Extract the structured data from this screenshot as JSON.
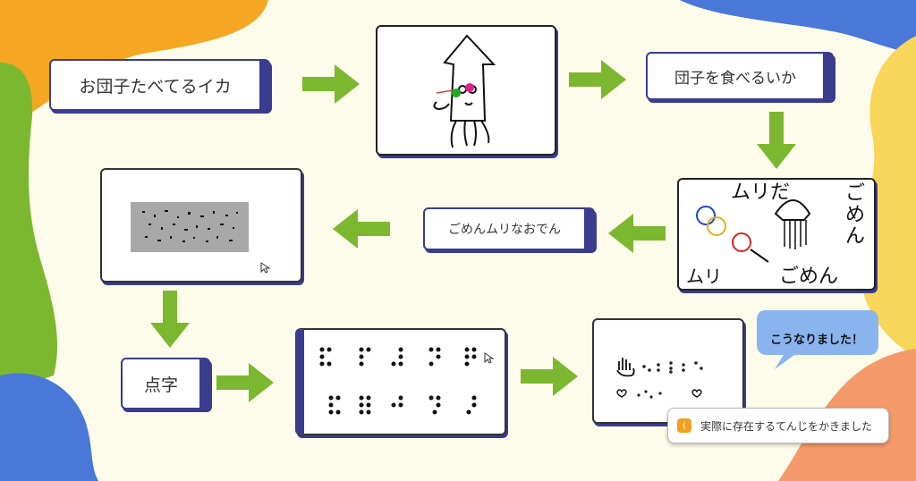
{
  "colors": {
    "background": "#fdfbea",
    "blob_orange": "#f5a623",
    "blob_green": "#7cb82f",
    "blob_blue": "#4a78d8",
    "blob_yellow": "#f7d65a",
    "blob_salmon": "#f49a6a",
    "arrow_green": "#7cb82f",
    "box_border": "#3b3b8f",
    "speech_bubble": "#8ab4ee"
  },
  "steps": {
    "squid_text": "お団子たべてるイカ",
    "odd_text": "団子を食べるいか",
    "sorry_text": "ごめんムリなおでん",
    "braille_label": "点字"
  },
  "drawing_text": {
    "muri_da": "ムリだ",
    "gomen_vertical": "ごめん",
    "gomen_bottom": "ごめん",
    "muri_bottom": "ムリ"
  },
  "speech_bubble_text": "こうなりました！",
  "notification": {
    "badge_icon": "(",
    "text": "実際に存在するてんじをかきました"
  }
}
